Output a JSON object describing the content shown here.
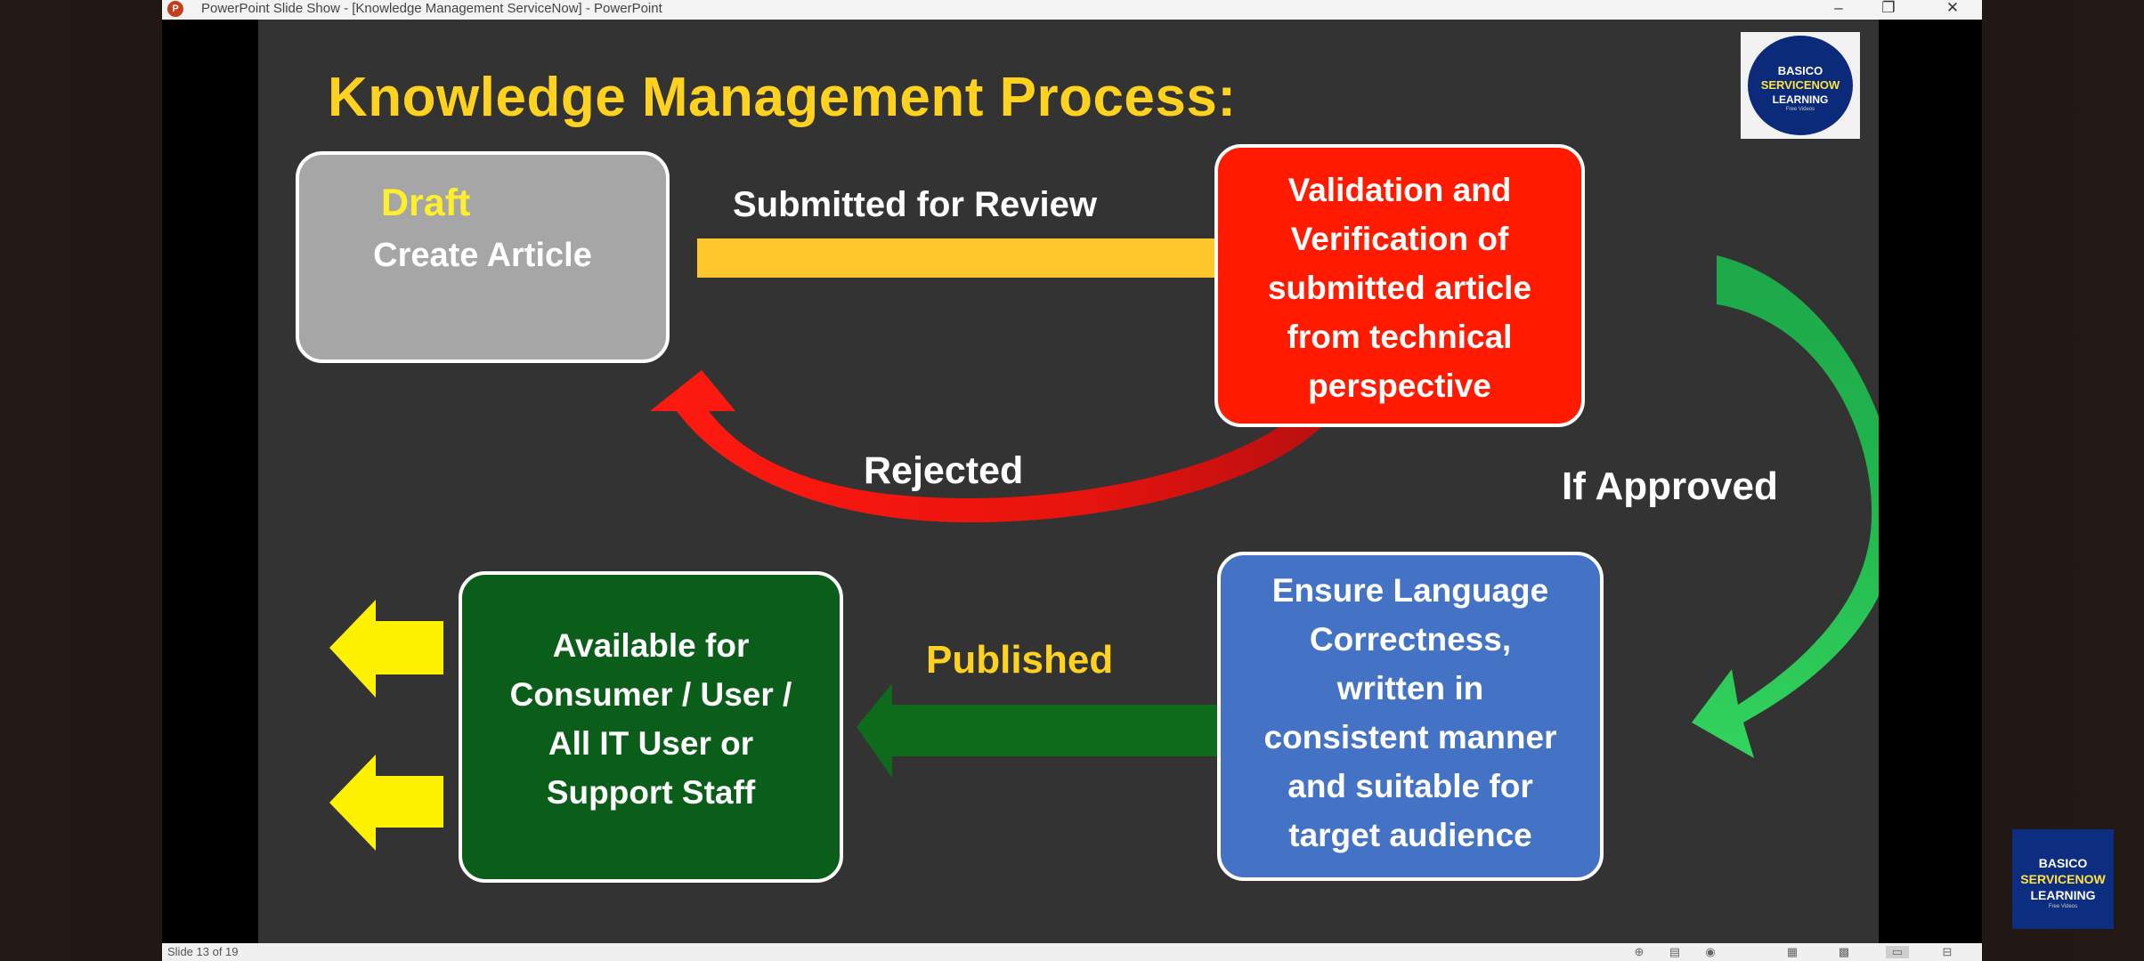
{
  "window": {
    "title": "PowerPoint Slide Show - [Knowledge Management ServiceNow] - PowerPoint",
    "app_icon": "P",
    "controls": {
      "minimize": "–",
      "restore": "❐",
      "close": "✕"
    }
  },
  "slide": {
    "title": "Knowledge Management Process:",
    "logo": {
      "line1": "BASICO",
      "line2": "SERVICENOW",
      "line3": "LEARNING",
      "line4": "Free Videos"
    },
    "boxes": {
      "draft": {
        "stage": "Draft",
        "description": "Create Article"
      },
      "validation": {
        "lines": [
          "Validation and",
          "Verification of",
          "submitted article",
          "from technical",
          "perspective"
        ]
      },
      "ensure": {
        "lines": [
          "Ensure Language",
          "Correctness,",
          "written in",
          "consistent manner",
          "and suitable for",
          "target audience"
        ]
      },
      "available": {
        "lines": [
          "Available for",
          "Consumer / User /",
          "All IT User or",
          "Support Staff"
        ]
      }
    },
    "arrow_labels": {
      "submitted": "Submitted for Review",
      "rejected": "Rejected",
      "approved": "If Approved",
      "published": "Published"
    },
    "colors": {
      "title": "#ffd21f",
      "draft_box": "#a6a6a6",
      "validation_box": "#ff1a00",
      "ensure_box": "#4472c4",
      "available_box": "#0b5e1a",
      "submit_arrow": "#ffc72c",
      "reject_arrow": "#e8140e",
      "approve_arrow": "#1fb84a",
      "publish_arrow": "#0f6b1c",
      "output_arrows": "#fff200"
    }
  },
  "statusbar": {
    "slide_indicator": "Slide 13 of 19",
    "icons": [
      "accessibility-icon",
      "notes-icon",
      "comments-icon",
      "normal-view-icon",
      "slide-sorter-icon",
      "reading-view-icon",
      "slideshow-icon"
    ]
  },
  "overlay_logo": {
    "line1": "BASICO",
    "line2": "SERVICENOW",
    "line3": "LEARNING",
    "line4": "Free Videos"
  }
}
